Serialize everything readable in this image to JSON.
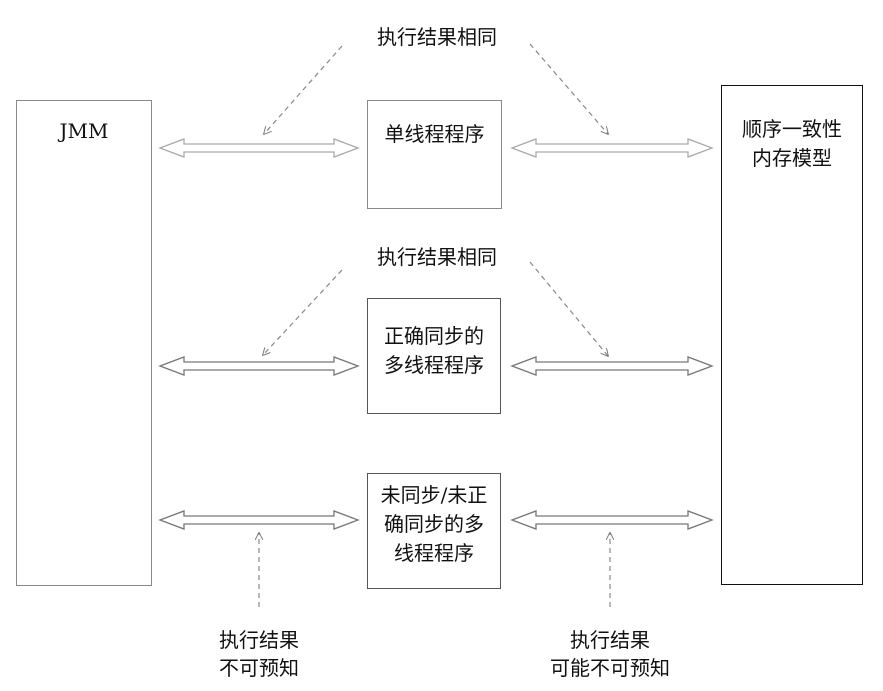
{
  "jmm": {
    "label": "JMM"
  },
  "sc_model": {
    "line1": "顺序一致性",
    "line2": "内存模型"
  },
  "programs": {
    "single": {
      "line1": "单线程程序"
    },
    "synced": {
      "line1": "正确同步的",
      "line2": "多线程程序"
    },
    "unsynced": {
      "line1": "未同步/未正",
      "line2": "确同步的多",
      "line3": "线程程序"
    }
  },
  "notes": {
    "same_1": "执行结果相同",
    "same_2": "执行结果相同",
    "jmm_unpredictable": {
      "line1": "执行结果",
      "line2": "不可预知"
    },
    "sc_unpredictable": {
      "line1": "执行结果",
      "line2": "可能不可预知"
    }
  }
}
